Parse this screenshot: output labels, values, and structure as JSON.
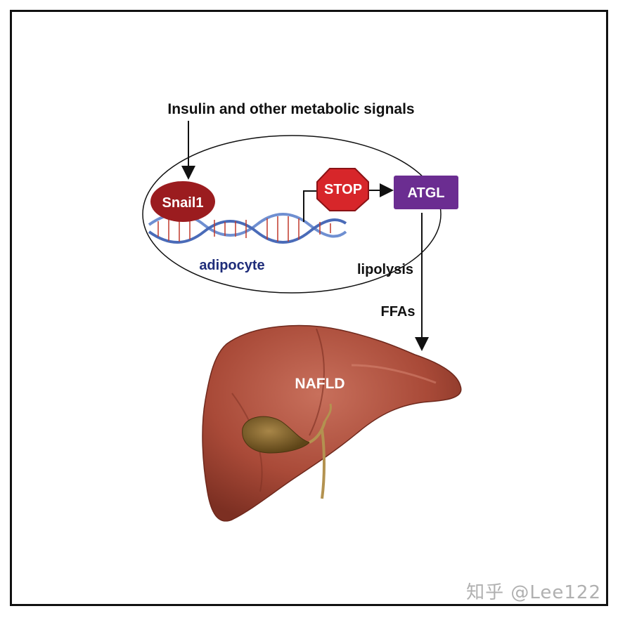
{
  "diagram": {
    "signal_label": "Insulin and other metabolic signals",
    "snail_label": "Snail1",
    "stop_label": "STOP",
    "atgl_label": "ATGL",
    "adipocyte_label": "adipocyte",
    "lipolysis_label": "lipolysis",
    "ffas_label": "FFAs",
    "nafld_label": "NAFLD"
  },
  "watermark": "知乎 @Lee122",
  "colors": {
    "snail": "#9b1c1f",
    "stop": "#d7262a",
    "atgl": "#6b2d91",
    "adipocyte_text": "#1f2d7a",
    "liver": "#b45543",
    "gallbladder": "#8a6a2a"
  }
}
